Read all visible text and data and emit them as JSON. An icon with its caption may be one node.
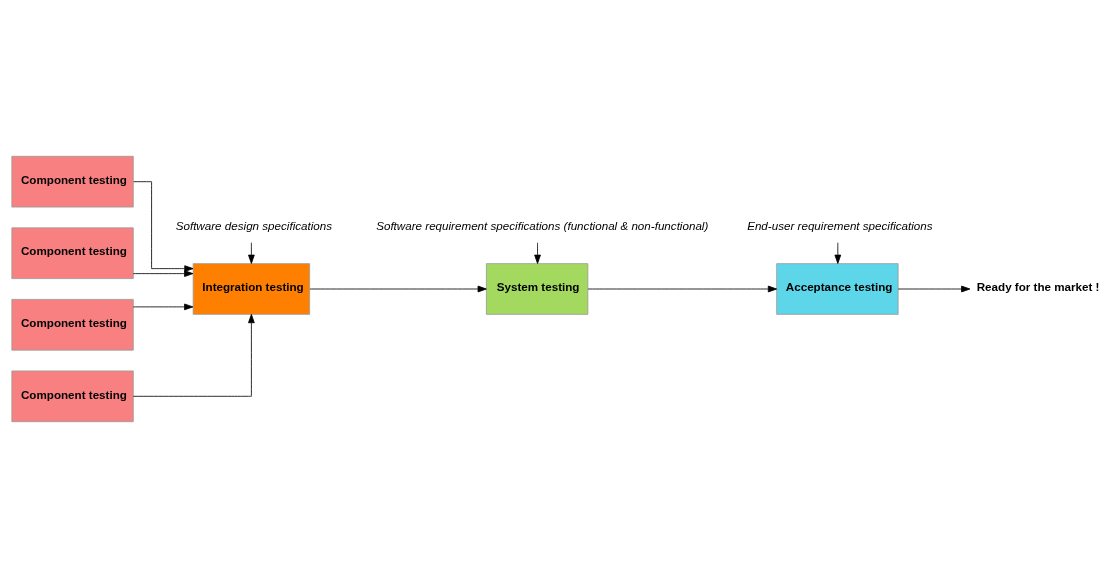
{
  "diagram": {
    "nodes": [
      {
        "text": [
          "Component testing"
        ]
      },
      {
        "text": [
          "Component testing"
        ]
      },
      {
        "text": [
          "Component testing"
        ]
      },
      {
        "text": [
          "Component testing"
        ]
      },
      {
        "text": [
          "Integration testing"
        ]
      },
      {
        "text": [
          "System testing"
        ]
      },
      {
        "text": [
          "Acceptance testing"
        ]
      },
      {
        "text": [
          "Ready for the market !"
        ]
      },
      {
        "text": [
          "Software design specifications"
        ]
      },
      {
        "text": [
          "Software requirement specifications (functional & non-functional)"
        ]
      },
      {
        "text": [
          "End-user requirement specifications"
        ]
      }
    ],
    "edges": [
      {
        "from": 0,
        "to": 4,
        "arrow": "to"
      },
      {
        "from": 1,
        "to": 4,
        "arrow": "to"
      },
      {
        "from": 2,
        "to": 4,
        "arrow": "to"
      },
      {
        "from": 3,
        "to": 4,
        "arrow": "to"
      },
      {
        "from": 4,
        "to": 5,
        "arrow": "to"
      },
      {
        "from": 5,
        "to": 6,
        "arrow": "to"
      },
      {
        "from": 6,
        "to": 7,
        "arrow": "to"
      },
      {
        "from": 8,
        "to": 4,
        "arrow": "to"
      },
      {
        "from": 9,
        "to": 5,
        "arrow": "to"
      },
      {
        "from": 10,
        "to": 6,
        "arrow": "to"
      }
    ]
  }
}
